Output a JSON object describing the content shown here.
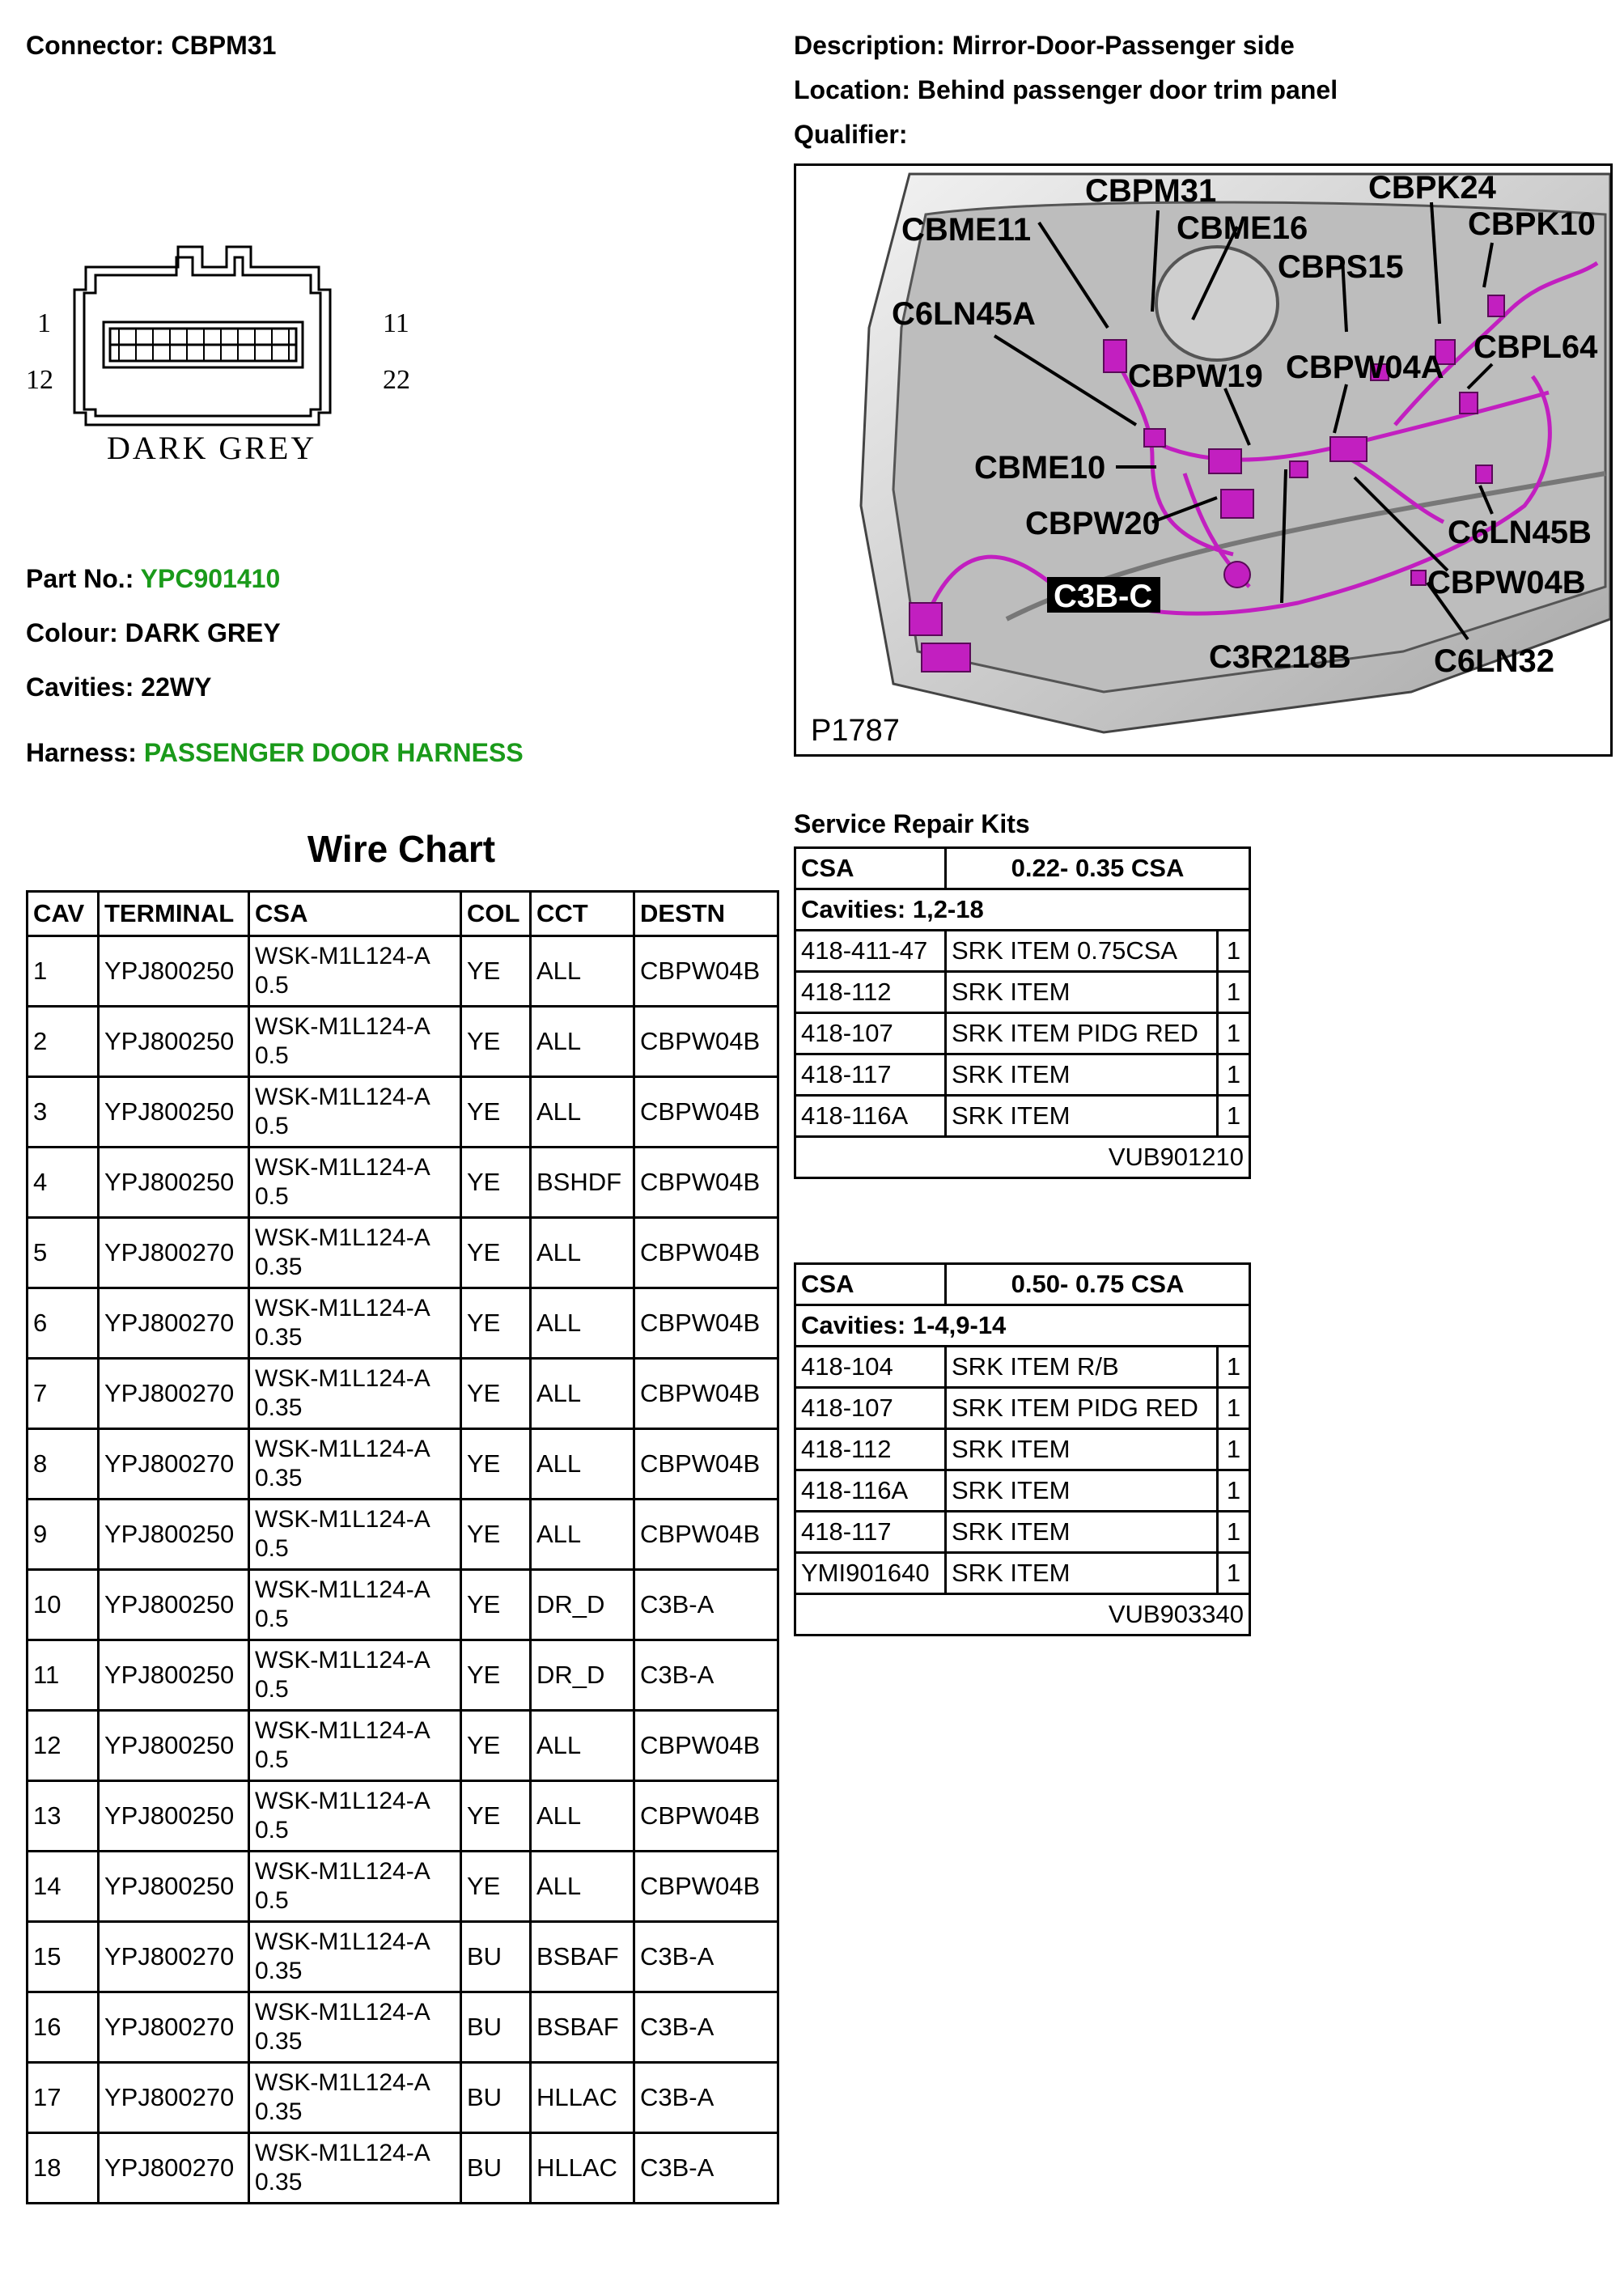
{
  "connector": {
    "label": "Connector:",
    "value": "CBPM31"
  },
  "description": {
    "label": "Description:",
    "value": "Mirror-Door-Passenger side"
  },
  "location": {
    "label": "Location:",
    "value": "Behind passenger door trim panel"
  },
  "qualifier": {
    "label": "Qualifier:",
    "value": ""
  },
  "diagram": {
    "pin_labels": [
      "1",
      "11",
      "12",
      "22"
    ],
    "colour_text": "DARK GREY"
  },
  "part_no": {
    "label": "Part No.:",
    "value": "YPC901410"
  },
  "colour": {
    "label": "Colour:",
    "value": "DARK GREY"
  },
  "cavities": {
    "label": "Cavities:",
    "value": "22WY"
  },
  "harness": {
    "label": "Harness:",
    "value": "PASSENGER DOOR HARNESS"
  },
  "location_image": {
    "ref": "P1787",
    "labels": [
      "CBPM31",
      "CBPK24",
      "CBPK10",
      "CBME11",
      "CBME16",
      "CBPS15",
      "C6LN45A",
      "CBPL64",
      "CBPW19",
      "CBPW04A",
      "CBME10",
      "CBPW20",
      "C6LN45B",
      "C3B-C",
      "CBPW04B",
      "C3R218B",
      "C6LN32"
    ],
    "highlight_color": "#c21fc0"
  },
  "wire_chart": {
    "title": "Wire Chart",
    "headers": [
      "CAV",
      "TERMINAL",
      "CSA",
      "COL",
      "CCT",
      "DESTN"
    ],
    "rows": [
      [
        "1",
        "YPJ800250",
        "WSK-M1L124-A",
        "0.5",
        "YE",
        "ALL",
        "CBPW04B"
      ],
      [
        "2",
        "YPJ800250",
        "WSK-M1L124-A",
        "0.5",
        "YE",
        "ALL",
        "CBPW04B"
      ],
      [
        "3",
        "YPJ800250",
        "WSK-M1L124-A",
        "0.5",
        "YE",
        "ALL",
        "CBPW04B"
      ],
      [
        "4",
        "YPJ800250",
        "WSK-M1L124-A",
        "0.5",
        "YE",
        "BSHDF",
        "CBPW04B"
      ],
      [
        "5",
        "YPJ800270",
        "WSK-M1L124-A",
        "0.35",
        "YE",
        "ALL",
        "CBPW04B"
      ],
      [
        "6",
        "YPJ800270",
        "WSK-M1L124-A",
        "0.35",
        "YE",
        "ALL",
        "CBPW04B"
      ],
      [
        "7",
        "YPJ800270",
        "WSK-M1L124-A",
        "0.35",
        "YE",
        "ALL",
        "CBPW04B"
      ],
      [
        "8",
        "YPJ800270",
        "WSK-M1L124-A",
        "0.35",
        "YE",
        "ALL",
        "CBPW04B"
      ],
      [
        "9",
        "YPJ800250",
        "WSK-M1L124-A",
        "0.5",
        "YE",
        "ALL",
        "CBPW04B"
      ],
      [
        "10",
        "YPJ800250",
        "WSK-M1L124-A",
        "0.5",
        "YE",
        "DR_D",
        "C3B-A"
      ],
      [
        "11",
        "YPJ800250",
        "WSK-M1L124-A",
        "0.5",
        "YE",
        "DR_D",
        "C3B-A"
      ],
      [
        "12",
        "YPJ800250",
        "WSK-M1L124-A",
        "0.5",
        "YE",
        "ALL",
        "CBPW04B"
      ],
      [
        "13",
        "YPJ800250",
        "WSK-M1L124-A",
        "0.5",
        "YE",
        "ALL",
        "CBPW04B"
      ],
      [
        "14",
        "YPJ800250",
        "WSK-M1L124-A",
        "0.5",
        "YE",
        "ALL",
        "CBPW04B"
      ],
      [
        "15",
        "YPJ800270",
        "WSK-M1L124-A",
        "0.35",
        "BU",
        "BSBAF",
        "C3B-A"
      ],
      [
        "16",
        "YPJ800270",
        "WSK-M1L124-A",
        "0.35",
        "BU",
        "BSBAF",
        "C3B-A"
      ],
      [
        "17",
        "YPJ800270",
        "WSK-M1L124-A",
        "0.35",
        "BU",
        "HLLAC",
        "C3B-A"
      ],
      [
        "18",
        "YPJ800270",
        "WSK-M1L124-A",
        "0.35",
        "BU",
        "HLLAC",
        "C3B-A"
      ]
    ]
  },
  "service_repair_kits": {
    "title": "Service Repair Kits",
    "kits": [
      {
        "csa_label": "CSA",
        "csa_value": "0.22- 0.35 CSA",
        "cavities": "Cavities: 1,2-18",
        "items": [
          [
            "418-411-47",
            "SRK ITEM 0.75CSA",
            "1"
          ],
          [
            "418-112",
            "SRK ITEM",
            "1"
          ],
          [
            "418-107",
            "SRK ITEM PIDG RED",
            "1"
          ],
          [
            "418-117",
            "SRK ITEM",
            "1"
          ],
          [
            "418-116A",
            "SRK ITEM",
            "1"
          ]
        ],
        "kit_ref": "VUB901210"
      },
      {
        "csa_label": "CSA",
        "csa_value": "0.50- 0.75 CSA",
        "cavities": "Cavities: 1-4,9-14",
        "items": [
          [
            "418-104",
            "SRK ITEM R/B",
            "1"
          ],
          [
            "418-107",
            "SRK ITEM PIDG RED",
            "1"
          ],
          [
            "418-112",
            "SRK ITEM",
            "1"
          ],
          [
            "418-116A",
            "SRK ITEM",
            "1"
          ],
          [
            "418-117",
            "SRK ITEM",
            "1"
          ],
          [
            "YMI901640",
            "SRK ITEM",
            "1"
          ]
        ],
        "kit_ref": "VUB903340"
      }
    ]
  }
}
